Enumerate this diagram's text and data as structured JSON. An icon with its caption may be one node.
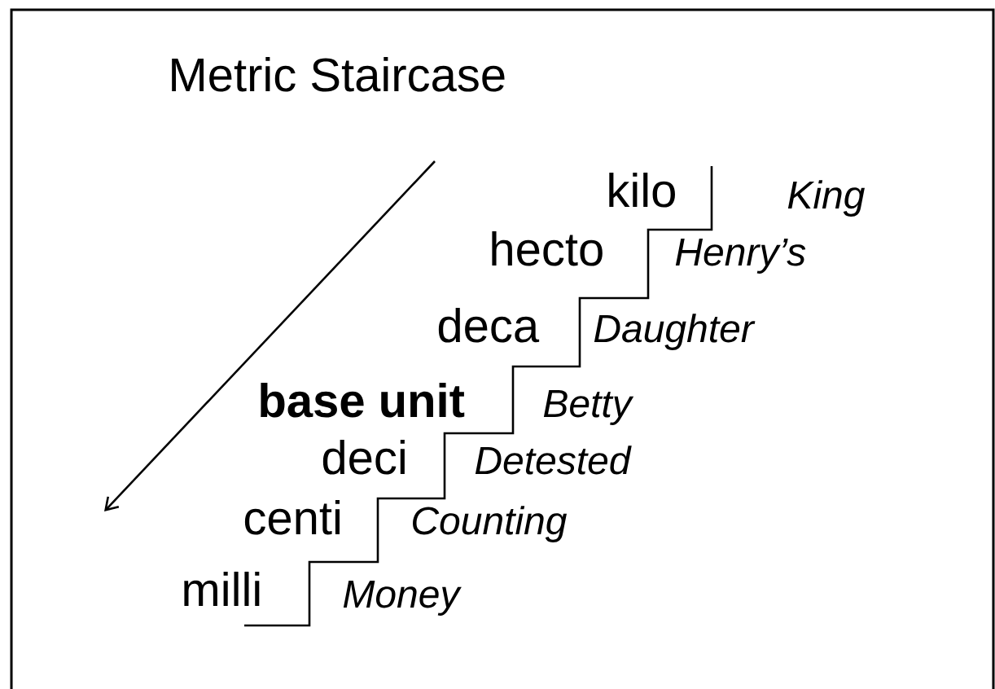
{
  "diagram": {
    "title": "Metric Staircase",
    "labels": [
      "kilo",
      "King",
      "hecto",
      "Henry’s",
      "deca",
      "Daughter",
      "base unit",
      "Betty",
      "deci",
      "Detested",
      "centi",
      "Counting",
      "milli",
      "Money"
    ]
  }
}
